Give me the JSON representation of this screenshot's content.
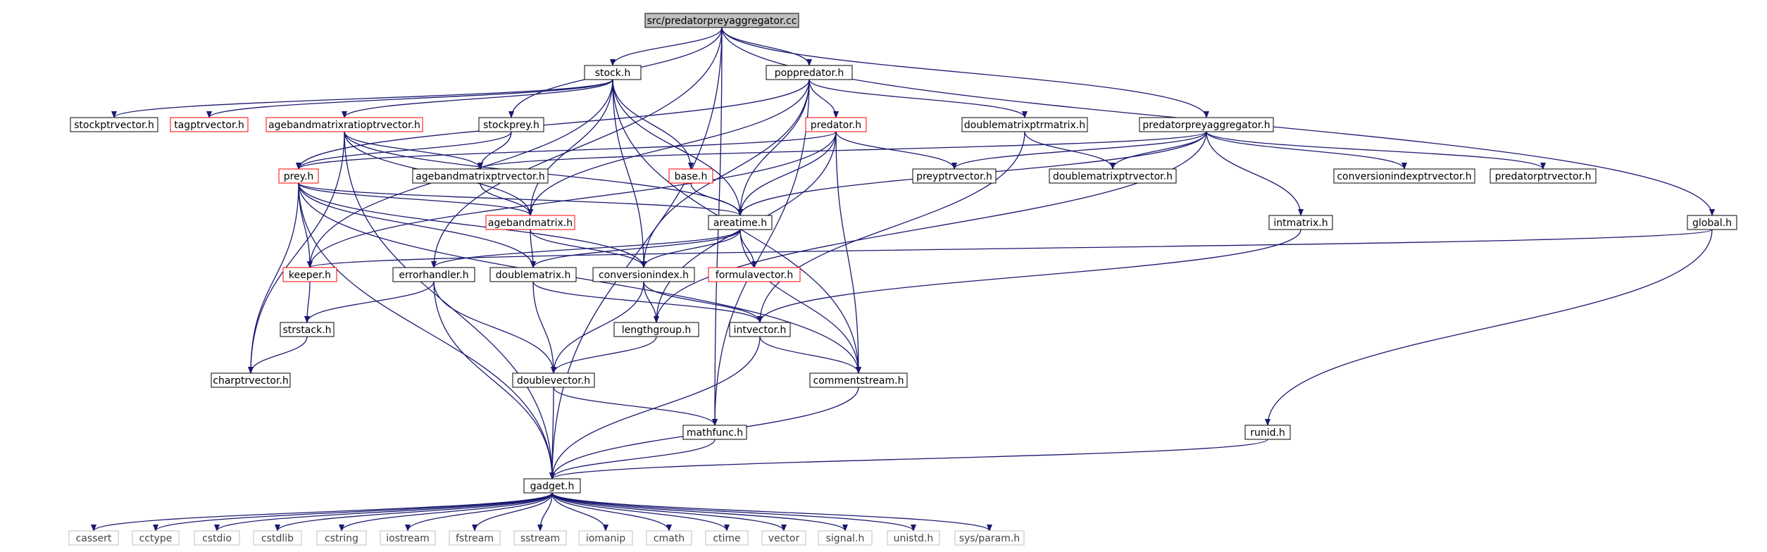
{
  "colors": {
    "edge": "#191970",
    "box_normal": "#000000",
    "box_truncated": "#ff0000",
    "box_system": "#bfbfbf",
    "root_fill": "#bfbfbf",
    "background": "#ffffff"
  },
  "nodes": {
    "root": {
      "label": "src/predatorpreyaggregator.cc",
      "kind": "root"
    },
    "stock": {
      "label": "stock.h",
      "kind": "normal"
    },
    "poppredator": {
      "label": "poppredator.h",
      "kind": "normal"
    },
    "stockptrvector": {
      "label": "stockptrvector.h",
      "kind": "normal"
    },
    "tagptrvector": {
      "label": "tagptrvector.h",
      "kind": "truncated"
    },
    "agebandmatrixratioptrvector": {
      "label": "agebandmatrixratioptrvector.h",
      "kind": "truncated"
    },
    "stockprey": {
      "label": "stockprey.h",
      "kind": "normal"
    },
    "predator": {
      "label": "predator.h",
      "kind": "truncated"
    },
    "doublematrixptrmatrix": {
      "label": "doublematrixptrmatrix.h",
      "kind": "normal"
    },
    "predatorpreyaggregator": {
      "label": "predatorpreyaggregator.h",
      "kind": "normal"
    },
    "prey": {
      "label": "prey.h",
      "kind": "truncated"
    },
    "agebandmatrixptrvector": {
      "label": "agebandmatrixptrvector.h",
      "kind": "normal"
    },
    "base": {
      "label": "base.h",
      "kind": "truncated"
    },
    "preyptrvector": {
      "label": "preyptrvector.h",
      "kind": "normal"
    },
    "doublematrixptrvector": {
      "label": "doublematrixptrvector.h",
      "kind": "normal"
    },
    "conversionindexptrvector": {
      "label": "conversionindexptrvector.h",
      "kind": "normal"
    },
    "predatorptrvector": {
      "label": "predatorptrvector.h",
      "kind": "normal"
    },
    "agebandmatrix": {
      "label": "agebandmatrix.h",
      "kind": "truncated"
    },
    "areatime": {
      "label": "areatime.h",
      "kind": "normal"
    },
    "intmatrix": {
      "label": "intmatrix.h",
      "kind": "normal"
    },
    "global": {
      "label": "global.h",
      "kind": "normal"
    },
    "keeper": {
      "label": "keeper.h",
      "kind": "truncated"
    },
    "errorhandler": {
      "label": "errorhandler.h",
      "kind": "normal"
    },
    "doublematrix": {
      "label": "doublematrix.h",
      "kind": "normal"
    },
    "conversionindex": {
      "label": "conversionindex.h",
      "kind": "normal"
    },
    "formulavector": {
      "label": "formulavector.h",
      "kind": "truncated"
    },
    "strstack": {
      "label": "strstack.h",
      "kind": "normal"
    },
    "lengthgroup": {
      "label": "lengthgroup.h",
      "kind": "normal"
    },
    "intvector": {
      "label": "intvector.h",
      "kind": "normal"
    },
    "charptrvector": {
      "label": "charptrvector.h",
      "kind": "normal"
    },
    "doublevector": {
      "label": "doublevector.h",
      "kind": "normal"
    },
    "commentstream": {
      "label": "commentstream.h",
      "kind": "normal"
    },
    "mathfunc": {
      "label": "mathfunc.h",
      "kind": "normal"
    },
    "runid": {
      "label": "runid.h",
      "kind": "normal"
    },
    "gadget": {
      "label": "gadget.h",
      "kind": "normal"
    },
    "cassert": {
      "label": "cassert",
      "kind": "system"
    },
    "cctype": {
      "label": "cctype",
      "kind": "system"
    },
    "cstdio": {
      "label": "cstdio",
      "kind": "system"
    },
    "cstdlib": {
      "label": "cstdlib",
      "kind": "system"
    },
    "cstring": {
      "label": "cstring",
      "kind": "system"
    },
    "iostream": {
      "label": "iostream",
      "kind": "system"
    },
    "fstream": {
      "label": "fstream",
      "kind": "system"
    },
    "sstream": {
      "label": "sstream",
      "kind": "system"
    },
    "iomanip": {
      "label": "iomanip",
      "kind": "system"
    },
    "cmath": {
      "label": "cmath",
      "kind": "system"
    },
    "ctime": {
      "label": "ctime",
      "kind": "system"
    },
    "vector": {
      "label": "vector",
      "kind": "system"
    },
    "signal": {
      "label": "signal.h",
      "kind": "system"
    },
    "unistd": {
      "label": "unistd.h",
      "kind": "system"
    },
    "sysparam": {
      "label": "sys/param.h",
      "kind": "system"
    }
  },
  "edges": [
    [
      "root",
      "stock"
    ],
    [
      "root",
      "poppredator"
    ],
    [
      "root",
      "stockprey"
    ],
    [
      "root",
      "predatorpreyaggregator"
    ],
    [
      "root",
      "errorhandler"
    ],
    [
      "root",
      "gadget"
    ],
    [
      "root",
      "global"
    ],
    [
      "root",
      "mathfunc"
    ],
    [
      "stock",
      "stockptrvector"
    ],
    [
      "stock",
      "tagptrvector"
    ],
    [
      "stock",
      "agebandmatrixratioptrvector"
    ],
    [
      "stock",
      "base"
    ],
    [
      "stock",
      "areatime"
    ],
    [
      "stock",
      "agebandmatrix"
    ],
    [
      "stock",
      "conversionindex"
    ],
    [
      "stock",
      "commentstream"
    ],
    [
      "stock",
      "keeper"
    ],
    [
      "poppredator",
      "predator"
    ],
    [
      "poppredator",
      "doublematrixptrmatrix"
    ],
    [
      "poppredator",
      "areatime"
    ],
    [
      "poppredator",
      "agebandmatrix"
    ],
    [
      "poppredator",
      "conversionindex"
    ],
    [
      "poppredator",
      "prey"
    ],
    [
      "poppredator",
      "mathfunc"
    ],
    [
      "agebandmatrixratioptrvector",
      "agebandmatrixptrvector"
    ],
    [
      "agebandmatrixratioptrvector",
      "agebandmatrix"
    ],
    [
      "agebandmatrixratioptrvector",
      "areatime"
    ],
    [
      "agebandmatrixratioptrvector",
      "charptrvector"
    ],
    [
      "agebandmatrixratioptrvector",
      "gadget"
    ],
    [
      "stockprey",
      "prey"
    ],
    [
      "stockprey",
      "agebandmatrixptrvector"
    ],
    [
      "predator",
      "prey"
    ],
    [
      "predator",
      "preyptrvector"
    ],
    [
      "predator",
      "areatime"
    ],
    [
      "predator",
      "keeper"
    ],
    [
      "predator",
      "lengthgroup"
    ],
    [
      "predator",
      "commentstream"
    ],
    [
      "doublematrixptrmatrix",
      "doublematrixptrvector"
    ],
    [
      "doublematrixptrmatrix",
      "intvector"
    ],
    [
      "predatorpreyaggregator",
      "agebandmatrixptrvector"
    ],
    [
      "predatorpreyaggregator",
      "preyptrvector"
    ],
    [
      "predatorpreyaggregator",
      "doublematrixptrvector"
    ],
    [
      "predatorpreyaggregator",
      "conversionindexptrvector"
    ],
    [
      "predatorpreyaggregator",
      "predatorptrvector"
    ],
    [
      "predatorpreyaggregator",
      "intmatrix"
    ],
    [
      "predatorpreyaggregator",
      "areatime"
    ],
    [
      "predatorpreyaggregator",
      "lengthgroup"
    ],
    [
      "prey",
      "agebandmatrix"
    ],
    [
      "prey",
      "areatime"
    ],
    [
      "prey",
      "keeper"
    ],
    [
      "prey",
      "doublematrix"
    ],
    [
      "prey",
      "conversionindex"
    ],
    [
      "prey",
      "charptrvector"
    ],
    [
      "prey",
      "commentstream"
    ],
    [
      "prey",
      "gadget"
    ],
    [
      "agebandmatrixptrvector",
      "agebandmatrix"
    ],
    [
      "base",
      "areatime"
    ],
    [
      "agebandmatrix",
      "doublematrix"
    ],
    [
      "agebandmatrix",
      "conversionindex"
    ],
    [
      "areatime",
      "formulavector"
    ],
    [
      "areatime",
      "errorhandler"
    ],
    [
      "areatime",
      "doublematrix"
    ],
    [
      "areatime",
      "conversionindex"
    ],
    [
      "areatime",
      "commentstream"
    ],
    [
      "intmatrix",
      "intvector"
    ],
    [
      "global",
      "keeper"
    ],
    [
      "global",
      "runid"
    ],
    [
      "keeper",
      "strstack"
    ],
    [
      "errorhandler",
      "strstack"
    ],
    [
      "errorhandler",
      "doublevector"
    ],
    [
      "errorhandler",
      "gadget"
    ],
    [
      "doublematrix",
      "doublevector"
    ],
    [
      "doublematrix",
      "intvector"
    ],
    [
      "conversionindex",
      "lengthgroup"
    ],
    [
      "conversionindex",
      "intvector"
    ],
    [
      "conversionindex",
      "doublevector"
    ],
    [
      "strstack",
      "charptrvector"
    ],
    [
      "lengthgroup",
      "doublevector"
    ],
    [
      "intvector",
      "commentstream"
    ],
    [
      "intvector",
      "gadget"
    ],
    [
      "doublevector",
      "mathfunc"
    ],
    [
      "doublevector",
      "gadget"
    ],
    [
      "commentstream",
      "gadget"
    ],
    [
      "mathfunc",
      "gadget"
    ],
    [
      "runid",
      "gadget"
    ],
    [
      "gadget",
      "cassert"
    ],
    [
      "gadget",
      "cctype"
    ],
    [
      "gadget",
      "cstdio"
    ],
    [
      "gadget",
      "cstdlib"
    ],
    [
      "gadget",
      "cstring"
    ],
    [
      "gadget",
      "iostream"
    ],
    [
      "gadget",
      "fstream"
    ],
    [
      "gadget",
      "sstream"
    ],
    [
      "gadget",
      "iomanip"
    ],
    [
      "gadget",
      "cmath"
    ],
    [
      "gadget",
      "ctime"
    ],
    [
      "gadget",
      "vector"
    ],
    [
      "gadget",
      "signal"
    ],
    [
      "gadget",
      "unistd"
    ],
    [
      "gadget",
      "sysparam"
    ]
  ]
}
